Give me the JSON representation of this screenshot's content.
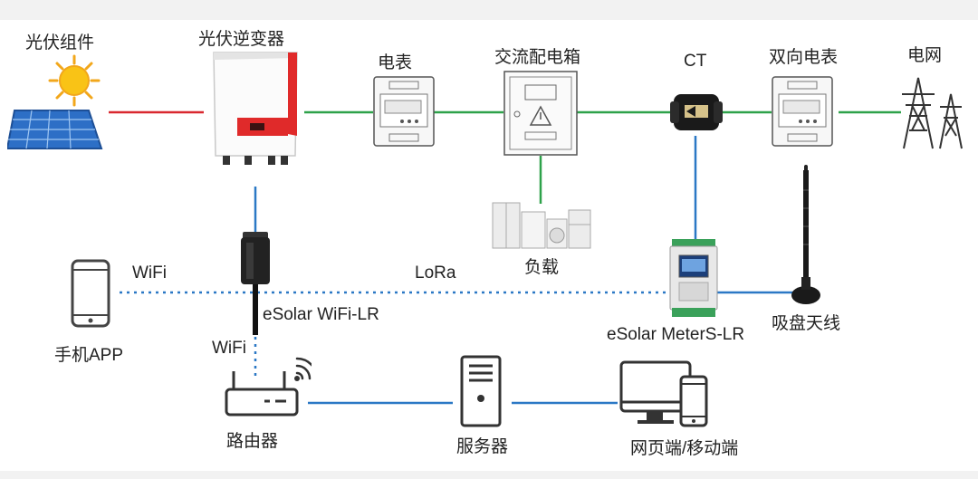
{
  "labels": {
    "pv_module": "光伏组件",
    "inverter": "光伏逆变器",
    "meter": "电表",
    "ac_box": "交流配电箱",
    "ct": "CT",
    "bi_meter": "双向电表",
    "grid": "电网",
    "load": "负载",
    "wifi_top": "WiFi",
    "lora": "LoRa",
    "esolar_wifi": "eSolar WiFi-LR",
    "esolar_meter": "eSolar MeterS-LR",
    "antenna": "吸盘天线",
    "phone_app": "手机APP",
    "wifi_bottom": "WiFi",
    "router": "路由器",
    "server": "服务器",
    "web_mobile": "网页端/移动端"
  },
  "colors": {
    "dc_line": "#d9282f",
    "ac_line": "#2ea24a",
    "comm_line": "#2b78c5",
    "accent_red": "#e02a2a"
  }
}
